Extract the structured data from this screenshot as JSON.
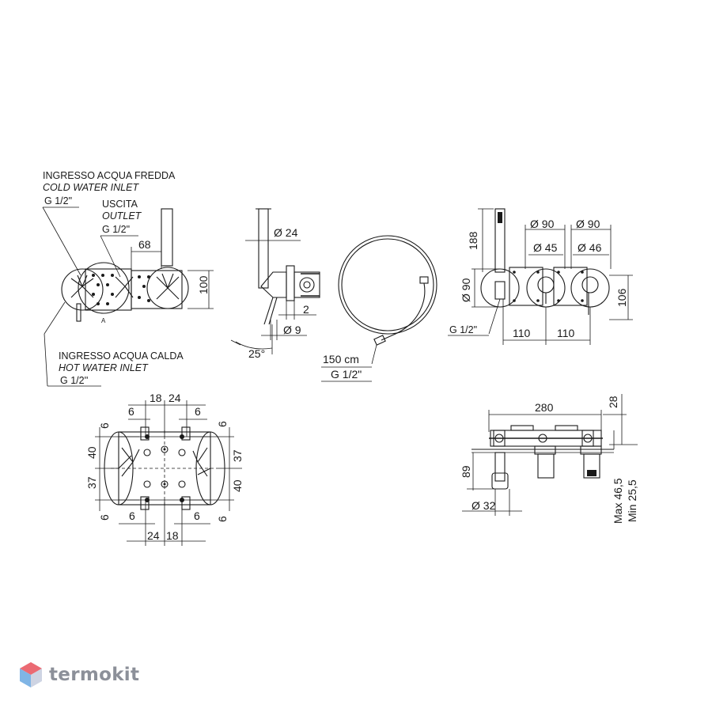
{
  "labels": {
    "cold_it": "INGRESSO ACQUA FREDDA",
    "cold_en": "COLD WATER INLET",
    "cold_g": "G 1/2\"",
    "outlet_it": "USCITA",
    "outlet_en": "OUTLET",
    "outlet_g": "G 1/2\"",
    "hot_it": "INGRESSO ACQUA CALDA",
    "hot_en": "HOT WATER INLET",
    "hot_g": "G 1/2''",
    "point_a": "A"
  },
  "dims": {
    "d68": "68",
    "d100": "100",
    "dia24": "Ø 24",
    "d2": "2",
    "dia9": "Ø 9",
    "angle25": "25°",
    "hose_len": "150 cm",
    "hose_g": "G 1/2\"",
    "d188": "188",
    "dia90_side": "Ø 90",
    "dia90_a": "Ø 90",
    "dia90_b": "Ø 90",
    "dia45": "Ø 45",
    "dia46": "Ø 46",
    "d106": "106",
    "g12_right": "G 1/2\"",
    "d110_a": "110",
    "d110_b": "110",
    "top18": "18",
    "top24": "24",
    "top6_l": "6",
    "top6_r": "6",
    "left6_t": "6",
    "left40": "40",
    "left37": "37",
    "left6_b": "6",
    "right6_t": "6",
    "right37": "37",
    "right40": "40",
    "right6_b": "6",
    "bot6_l": "6",
    "bot6_r": "6",
    "bot24": "24",
    "bot18": "18",
    "d280": "280",
    "d28": "28",
    "d89": "89",
    "dia32": "Ø 32",
    "max": "Max 46,5",
    "min": "Min 25,5"
  },
  "brand": {
    "name": "termokit",
    "color_top": "#e8505b",
    "color_mid": "#6aa8e0",
    "color_text": "#8c9099"
  }
}
